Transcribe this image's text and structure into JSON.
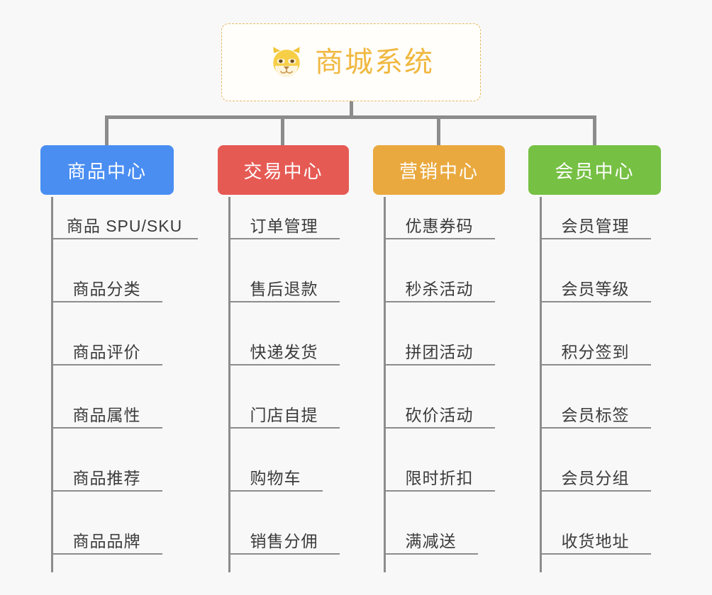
{
  "root": {
    "title": "商城系统",
    "icon": "shiba-dog-icon",
    "border_color": "#e8b960",
    "text_color": "#f0b840"
  },
  "connector_color": "#8c8c8c",
  "background": "#f8f8f8",
  "columns": [
    {
      "id": "product-center",
      "title": "商品中心",
      "color": "#4a8ef2",
      "items": [
        "商品 SPU/SKU",
        "商品分类",
        "商品评价",
        "商品属性",
        "商品推荐",
        "商品品牌"
      ]
    },
    {
      "id": "trade-center",
      "title": "交易中心",
      "color": "#e65a54",
      "items": [
        "订单管理",
        "售后退款",
        "快递发货",
        "门店自提",
        "购物车",
        "销售分佣"
      ]
    },
    {
      "id": "marketing-center",
      "title": "营销中心",
      "color": "#eaa93e",
      "items": [
        "优惠券码",
        "秒杀活动",
        "拼团活动",
        "砍价活动",
        "限时折扣",
        "满减送"
      ]
    },
    {
      "id": "member-center",
      "title": "会员中心",
      "color": "#76c044",
      "items": [
        "会员管理",
        "会员等级",
        "积分签到",
        "会员标签",
        "会员分组",
        "收货地址"
      ]
    }
  ]
}
